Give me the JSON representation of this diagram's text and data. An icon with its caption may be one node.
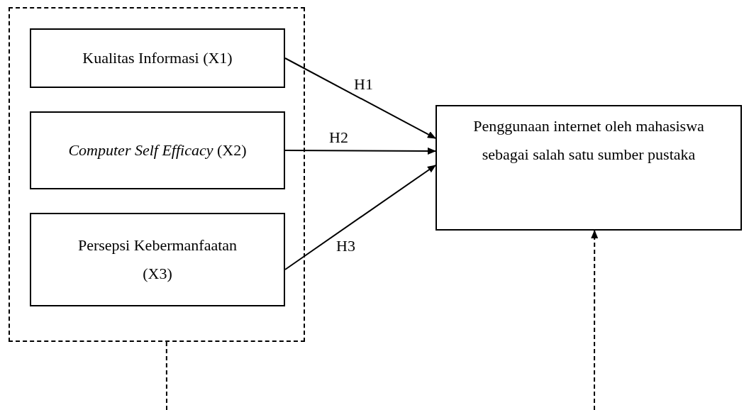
{
  "diagram": {
    "nodes": [
      {
        "text": [],
        "shape": "box"
      },
      {
        "text": [
          "Kualitas Informasi (X1)"
        ],
        "in": 0
      },
      {
        "text": [
          "*Computer Self Efficacy* (X2)"
        ],
        "in": 0
      },
      {
        "text": [
          "Persepsi Kebermanfaatan (X3)"
        ],
        "in": 0
      },
      {
        "text": [
          "Penggunaan internet oleh mahasiswa sebagai salah satu sumber pustaka"
        ]
      }
    ],
    "edges": [
      {
        "from": 1,
        "to": 4,
        "arrow": "to",
        "label": "H1"
      },
      {
        "from": 2,
        "to": 4,
        "arrow": "to",
        "label": "H2"
      },
      {
        "from": 3,
        "to": 4,
        "arrow": "to",
        "label": "H3"
      },
      {
        "from": 0,
        "to": null,
        "arrow": "none",
        "style": "dashed"
      },
      {
        "from": null,
        "to": 4,
        "arrow": "to",
        "style": "dashed"
      }
    ]
  }
}
